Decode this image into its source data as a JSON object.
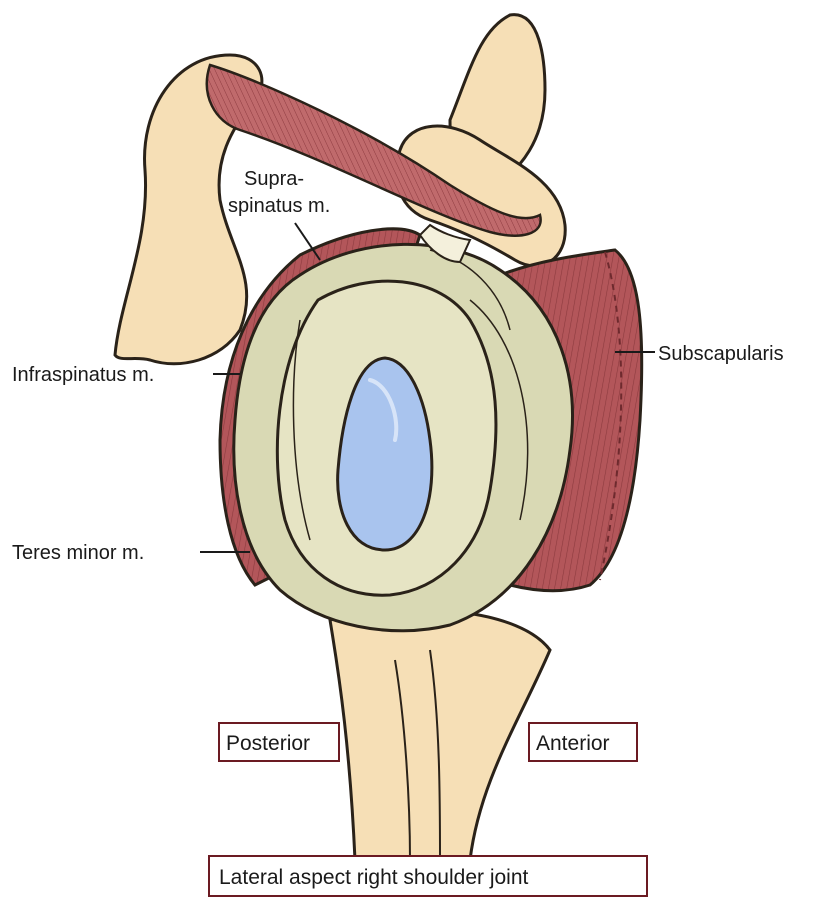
{
  "labels": {
    "supraspinatus_line1": "Supra-",
    "supraspinatus_line2": "spinatus m.",
    "subscapularis": "Subscapularis",
    "infraspinatus": "Infraspinatus m.",
    "teres_minor": "Teres minor m.",
    "posterior": "Posterior",
    "anterior": "Anterior",
    "caption": "Lateral aspect right shoulder joint"
  },
  "colors": {
    "bone": "#f6dfb6",
    "bone_outline": "#2a2219",
    "capsule": "#d9d9b4",
    "muscle": "#b3565a",
    "glenoid_cartilage": "#a9c4ee",
    "label_box_border": "#6b1a22"
  }
}
